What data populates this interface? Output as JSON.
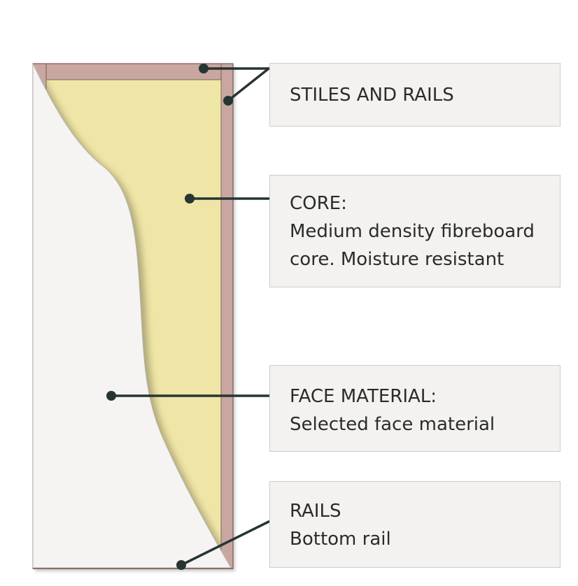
{
  "colors": {
    "stile": "#c9a7a0",
    "stile_dark": "#7a5a55",
    "core": "#efe5a6",
    "face": "#f5f4f3",
    "leader": "#263533",
    "box_bg": "#f3f2f1",
    "box_border": "#cfcdcb"
  },
  "callouts": {
    "stiles": {
      "title": "STILES AND RAILS"
    },
    "core": {
      "title": "CORE:",
      "line1": "Medium density fibreboard",
      "line2": "core. Moisture resistant"
    },
    "face": {
      "title": "FACE MATERIAL:",
      "line1": "Selected face material"
    },
    "rails": {
      "title": "RAILS",
      "line1": "Bottom rail"
    }
  }
}
